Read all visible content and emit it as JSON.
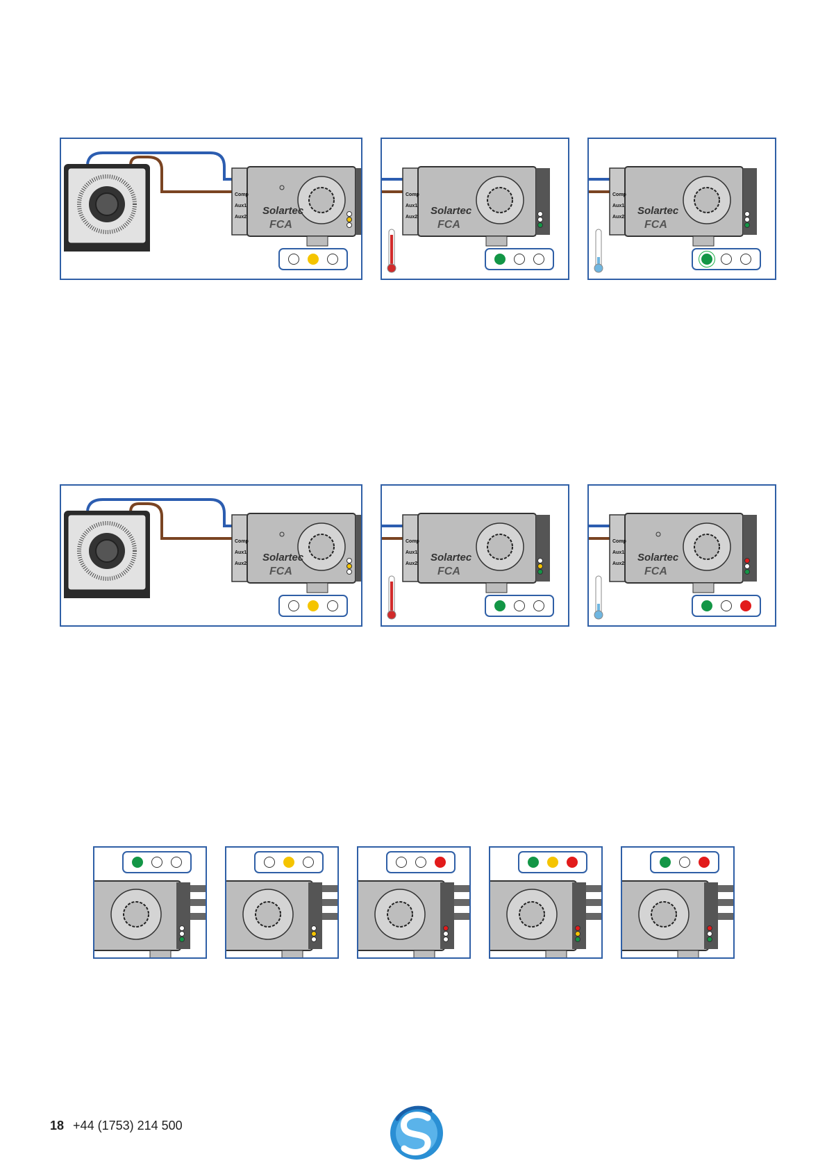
{
  "page": {
    "number": "18",
    "phone": "+44 (1753) 214 500"
  },
  "device": {
    "brand": "Solartec",
    "model": "FCA",
    "terminals": [
      "Comp",
      "Aux1",
      "Aux2"
    ]
  },
  "colors": {
    "frame": "#2f5fa6",
    "green": "#139646",
    "yellow": "#f5c400",
    "red": "#e21b1b",
    "hot": "#d12a2a",
    "cold": "#6fb6e0"
  },
  "sections": [
    {
      "panels": [
        {
          "scene": "thermostat",
          "leds": [
            "off",
            "yellow",
            "off"
          ]
        },
        {
          "scene": "hot",
          "leds": [
            "green",
            "off",
            "off"
          ]
        },
        {
          "scene": "cold",
          "leds": [
            "green-flashing",
            "off",
            "off"
          ]
        }
      ]
    },
    {
      "panels": [
        {
          "scene": "thermostat",
          "leds": [
            "off",
            "yellow",
            "off"
          ]
        },
        {
          "scene": "hot",
          "leds": [
            "green",
            "off",
            "off"
          ]
        },
        {
          "scene": "cold",
          "leds": [
            "green",
            "off",
            "red"
          ]
        }
      ]
    },
    {
      "panels": [
        {
          "scene": "closeup",
          "leds": [
            "green",
            "off",
            "off"
          ]
        },
        {
          "scene": "closeup",
          "leds": [
            "off",
            "yellow",
            "off"
          ]
        },
        {
          "scene": "closeup",
          "leds": [
            "off",
            "off",
            "red"
          ]
        },
        {
          "scene": "closeup",
          "leds": [
            "green",
            "yellow",
            "red"
          ]
        },
        {
          "scene": "closeup",
          "leds": [
            "green",
            "off",
            "red"
          ]
        }
      ]
    }
  ]
}
